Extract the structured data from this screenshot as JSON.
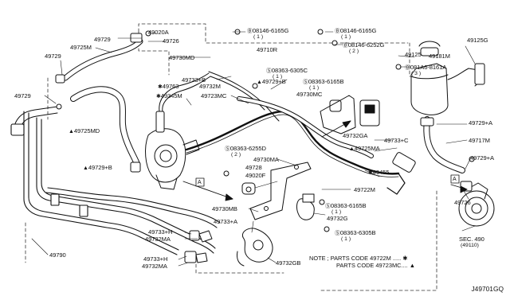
{
  "callouts": {
    "c49020A": "49020A",
    "c49729_tl": "49729",
    "c49726_t": "49726",
    "c49725M": "49725M",
    "c49729_l1": "49729",
    "c49730MD": "49730MD",
    "c49733B": "49733+B",
    "c49763": "49763",
    "c49345M": "49345M",
    "c49732M": "49732M",
    "c49723MC": "49723MC",
    "c49729_l2": "49729",
    "c49725MD": "49725MD",
    "c49729B_l": "49729+B",
    "c49710R": "49710R",
    "c49729B_m": "49729+B",
    "c49730MC": "49730MC",
    "c49725MA": "49725MA",
    "c49732GA": "49732GA",
    "c49733C": "49733+C",
    "c49455": "49455",
    "c49730MA": "49730MA",
    "c49728": "49728",
    "c49020F": "49020F",
    "c49722M": "49722M",
    "c49730MB": "49730MB",
    "c49732G": "49732G",
    "c49733A": "49733+A",
    "c49732GB": "49732GB",
    "c49733H_a": "49733+H",
    "c49732MA_a": "49732MA",
    "c49733H_b": "49733+H",
    "c49732MA_b": "49732MA",
    "c49790": "49790",
    "c49181M": "49181M",
    "c49125G": "49125G",
    "c49125": "49125",
    "c49729A_r": "49729+A",
    "c49717M": "49717M",
    "c49729A_r2": "49729+A",
    "c49726_r": "49726",
    "secA": "A",
    "secB": "A"
  },
  "bolts": {
    "b1": "08146-6165G",
    "b1q": "( 1 )",
    "b2": "08146-6165G",
    "b2q": "( 1 )",
    "b3": "08146-6252G",
    "b3q": "( 2 )",
    "b4": "081A6-8161A",
    "b4q": "( 3 )",
    "b5": "08363-6305C",
    "b5q": "( 1 )",
    "b6": "08363-6165B",
    "b6q": "( 1 )",
    "b7": "08363-6255D",
    "b7q": "( 2 )",
    "b8": "08363-6165B",
    "b8q": "( 1 )",
    "b9": "08363-6305B",
    "b9q": "( 1 )"
  },
  "symbols": {
    "bolt_b": "Ⓑ",
    "screw_s": "Ⓢ",
    "star": "✱",
    "triangle": "▲"
  },
  "sec": {
    "label": "SEC. 490",
    "sub": "(49110)"
  },
  "note": {
    "line1": "NOTE ; PARTS CODE 49722M ..... ✱",
    "line2": "PARTS CODE 49723MC.... ▲"
  },
  "diagram_id": "J49701GQ",
  "colors": {
    "line": "#111111",
    "dash": "#333333",
    "bg": "#ffffff"
  }
}
